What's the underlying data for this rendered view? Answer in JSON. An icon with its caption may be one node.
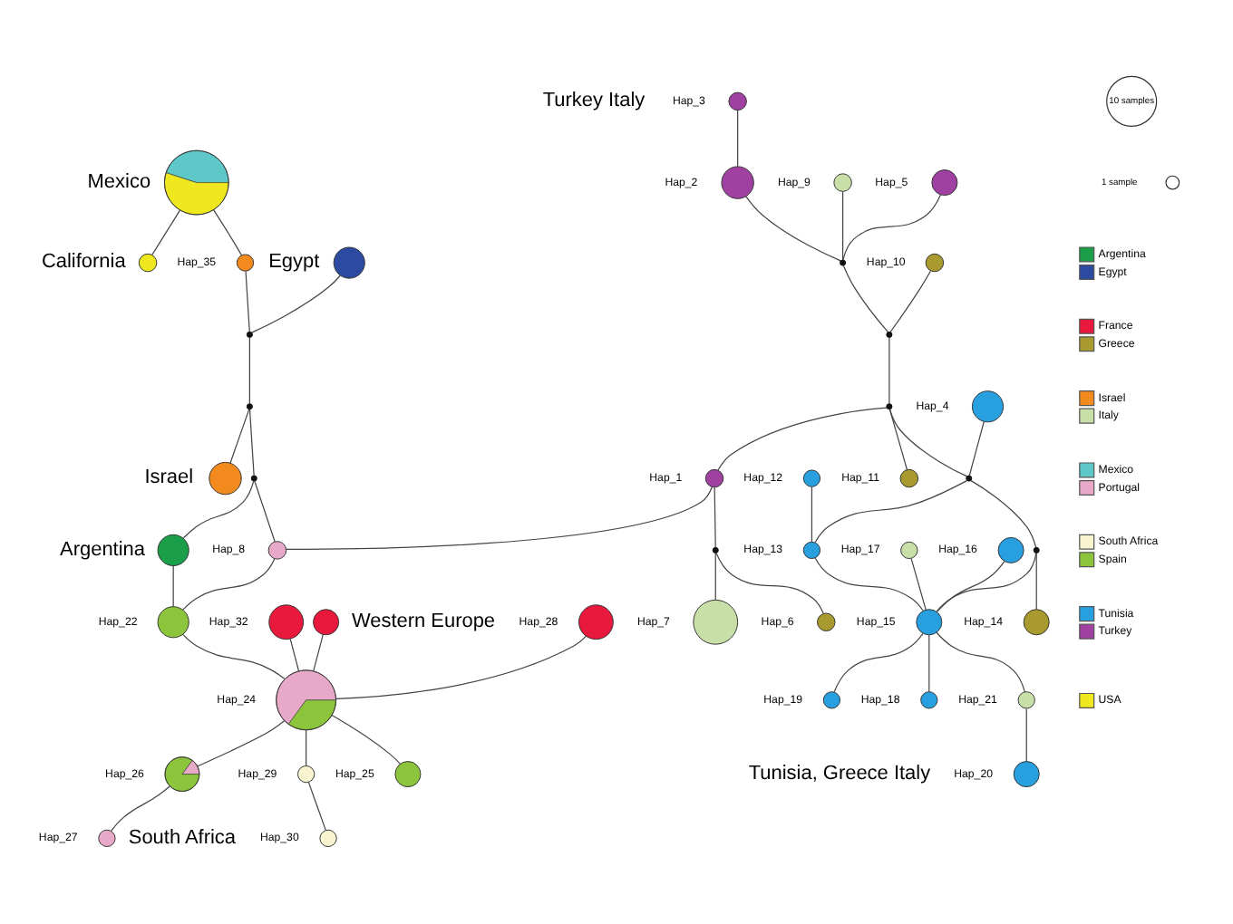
{
  "diagram": {
    "nodes": [
      {
        "text": [],
        "shape": "circle"
      },
      {
        "text": [],
        "shape": "circle"
      },
      {
        "text": [],
        "shape": "circle",
        "beside": [
          "Hap_35"
        ]
      },
      {
        "text": [],
        "shape": "circle"
      },
      {
        "text": [],
        "shape": "circle"
      },
      {
        "text": [],
        "shape": "circle"
      },
      {
        "text": [],
        "shape": "circle"
      },
      {
        "text": [],
        "shape": "circle",
        "beside": [
          "Hap_3"
        ]
      },
      {
        "text": [],
        "shape": "circle",
        "beside": [
          "Hap_2"
        ]
      },
      {
        "text": [],
        "shape": "circle",
        "beside": [
          "Hap_9"
        ]
      },
      {
        "text": [],
        "shape": "circle"
      },
      {
        "text": [],
        "shape": "circle",
        "beside": [
          "Hap_5"
        ]
      },
      {
        "text": [],
        "shape": "circle",
        "beside": [
          "Hap_10"
        ]
      },
      {
        "text": [],
        "shape": "circle"
      },
      {
        "text": [],
        "shape": "circle"
      },
      {
        "text": [],
        "shape": "circle"
      },
      {
        "text": [],
        "shape": "circle",
        "beside": [
          "Hap_8"
        ]
      },
      {
        "text": [],
        "shape": "circle",
        "beside": [
          "Hap_1"
        ]
      },
      {
        "text": [],
        "shape": "circle"
      },
      {
        "text": [],
        "shape": "circle",
        "beside": [
          "Hap_4"
        ]
      },
      {
        "text": [],
        "shape": "circle",
        "beside": [
          "Hap_12"
        ]
      },
      {
        "text": [],
        "shape": "circle"
      },
      {
        "text": [],
        "shape": "circle",
        "beside": [
          "Hap_13"
        ]
      },
      {
        "text": [],
        "shape": "circle",
        "beside": [
          "Hap_22"
        ]
      },
      {
        "text": [],
        "shape": "circle",
        "beside": [
          "Hap_32"
        ]
      },
      {
        "text": [],
        "shape": "circle"
      },
      {
        "text": [],
        "shape": "circle",
        "beside": [
          "Hap_11"
        ]
      },
      {
        "text": [],
        "shape": "circle"
      },
      {
        "text": [],
        "shape": "circle"
      },
      {
        "text": [],
        "shape": "circle",
        "beside": [
          "Hap_17"
        ]
      },
      {
        "text": [],
        "shape": "circle",
        "beside": [
          "Hap_14"
        ]
      },
      {
        "text": [],
        "shape": "circle",
        "beside": [
          "Hap_15"
        ]
      },
      {
        "text": [],
        "shape": "circle",
        "beside": [
          "Hap_16"
        ]
      },
      {
        "text": [],
        "shape": "circle",
        "beside": [
          "Hap_28"
        ]
      },
      {
        "text": [],
        "shape": "circle",
        "beside": [
          "Hap_7"
        ]
      },
      {
        "text": [],
        "shape": "circle",
        "beside": [
          "Hap_6"
        ]
      },
      {
        "text": [],
        "shape": "circle",
        "beside": [
          "Hap_24"
        ]
      },
      {
        "text": [],
        "shape": "circle",
        "beside": [
          "Hap_19"
        ]
      },
      {
        "text": [],
        "shape": "circle",
        "beside": [
          "Hap_18"
        ]
      },
      {
        "text": [],
        "shape": "circle",
        "beside": [
          "Hap_21"
        ]
      },
      {
        "text": [],
        "shape": "circle",
        "beside": [
          "Hap_26"
        ]
      },
      {
        "text": [],
        "shape": "circle",
        "beside": [
          "Hap_29"
        ]
      },
      {
        "text": [],
        "shape": "circle",
        "beside": [
          "Hap_27"
        ]
      },
      {
        "text": [],
        "shape": "circle",
        "beside": [
          "Hap_20"
        ]
      },
      {
        "text": [],
        "shape": "circle",
        "beside": [
          "Hap_25"
        ]
      },
      {
        "text": [],
        "shape": "circle",
        "beside": [
          "Hap_30"
        ]
      }
    ],
    "edges": [
      {
        "from": 0,
        "to": 1,
        "arrow": "none"
      },
      {
        "from": 0,
        "to": 2,
        "arrow": "none"
      },
      {
        "from": 2,
        "to": 3,
        "arrow": "none"
      },
      {
        "from": 4,
        "to": 3,
        "arrow": "none"
      },
      {
        "from": 3,
        "to": 5,
        "arrow": "none"
      },
      {
        "from": 5,
        "to": 6,
        "arrow": "none"
      },
      {
        "from": 5,
        "to": 14,
        "arrow": "none"
      },
      {
        "from": 7,
        "to": 8,
        "arrow": "none"
      },
      {
        "from": 8,
        "to": 10,
        "arrow": "none"
      },
      {
        "from": 9,
        "to": 10,
        "arrow": "none"
      },
      {
        "from": 11,
        "to": 10,
        "arrow": "none"
      },
      {
        "from": 10,
        "to": 13,
        "arrow": "none"
      },
      {
        "from": 12,
        "to": 13,
        "arrow": "none"
      },
      {
        "from": 13,
        "to": 18,
        "arrow": "none"
      },
      {
        "from": 14,
        "to": 15,
        "arrow": "none"
      },
      {
        "from": 14,
        "to": 16,
        "arrow": "none"
      },
      {
        "from": 15,
        "to": 23,
        "arrow": "none"
      },
      {
        "from": 16,
        "to": 23,
        "arrow": "none"
      },
      {
        "from": 17,
        "to": 16,
        "arrow": "none"
      },
      {
        "from": 18,
        "to": 17,
        "arrow": "none"
      },
      {
        "from": 17,
        "to": 27,
        "arrow": "none"
      },
      {
        "from": 27,
        "to": 34,
        "arrow": "none"
      },
      {
        "from": 27,
        "to": 35,
        "arrow": "none"
      },
      {
        "from": 18,
        "to": 26,
        "arrow": "none"
      },
      {
        "from": 18,
        "to": 21,
        "arrow": "none"
      },
      {
        "from": 19,
        "to": 21,
        "arrow": "none"
      },
      {
        "from": 21,
        "to": 22,
        "arrow": "none"
      },
      {
        "from": 20,
        "to": 22,
        "arrow": "none"
      },
      {
        "from": 21,
        "to": 28,
        "arrow": "none"
      },
      {
        "from": 28,
        "to": 30,
        "arrow": "none"
      },
      {
        "from": 28,
        "to": 31,
        "arrow": "none"
      },
      {
        "from": 22,
        "to": 31,
        "arrow": "none"
      },
      {
        "from": 29,
        "to": 31,
        "arrow": "none"
      },
      {
        "from": 32,
        "to": 31,
        "arrow": "none"
      },
      {
        "from": 31,
        "to": 37,
        "arrow": "none"
      },
      {
        "from": 31,
        "to": 38,
        "arrow": "none"
      },
      {
        "from": 31,
        "to": 39,
        "arrow": "none"
      },
      {
        "from": 39,
        "to": 43,
        "arrow": "none"
      },
      {
        "from": 23,
        "to": 36,
        "arrow": "none"
      },
      {
        "from": 24,
        "to": 36,
        "arrow": "none"
      },
      {
        "from": 25,
        "to": 36,
        "arrow": "none"
      },
      {
        "from": 33,
        "to": 36,
        "arrow": "none"
      },
      {
        "from": 36,
        "to": 40,
        "arrow": "none"
      },
      {
        "from": 40,
        "to": 42,
        "arrow": "none"
      },
      {
        "from": 36,
        "to": 44,
        "arrow": "none"
      },
      {
        "from": 36,
        "to": 41,
        "arrow": "none"
      },
      {
        "from": 41,
        "to": 45,
        "arrow": "none"
      }
    ],
    "labels": [
      "Mexico",
      "Egypt",
      "Turkey Italy",
      "California",
      "Israel",
      "Argentina",
      "Western Europe",
      "South Africa",
      "Tunisia, Greece Italy"
    ],
    "legend": [
      {
        "text": "10 samples"
      },
      {
        "text": "1 sample"
      },
      {
        "text": "Argentina",
        "color": "#1a9e4a"
      },
      {
        "text": "Egypt",
        "color": "#2b4aa0"
      },
      {
        "text": "France",
        "color": "#e8193c"
      },
      {
        "text": "Greece",
        "color": "#a89a2e"
      },
      {
        "text": "Israel",
        "color": "#f28a1e"
      },
      {
        "text": "Italy",
        "color": "#c8e0a8"
      },
      {
        "text": "Mexico",
        "color": "#5ec8c8"
      },
      {
        "text": "Portugal",
        "color": "#e8a8c8"
      },
      {
        "text": "South Africa",
        "color": "#f8f4d0"
      },
      {
        "text": "Spain",
        "color": "#8cc43c"
      },
      {
        "text": "Tunisia",
        "color": "#28a0e0"
      },
      {
        "text": "Turkey",
        "color": "#a040a0"
      },
      {
        "text": "USA",
        "color": "#f0e81e"
      }
    ]
  }
}
